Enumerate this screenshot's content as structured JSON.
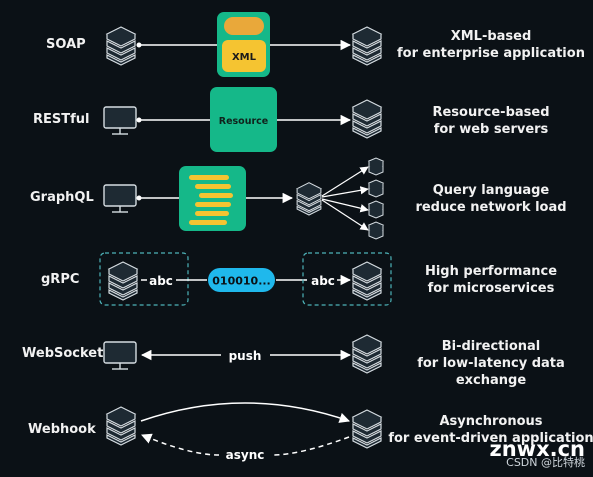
{
  "rows": [
    {
      "name": "SOAP",
      "desc_line1": "XML-based",
      "desc_line2": "for enterprise application"
    },
    {
      "name": "RESTful",
      "desc_line1": "Resource-based",
      "desc_line2": "for web servers"
    },
    {
      "name": "GraphQL",
      "desc_line1": "Query language",
      "desc_line2": "reduce network load"
    },
    {
      "name": "gRPC",
      "desc_line1": "High performance",
      "desc_line2": "for microservices"
    },
    {
      "name": "WebSocket",
      "desc_line1": "Bi-directional",
      "desc_line2": "for low-latency data exchange"
    },
    {
      "name": "Webhook",
      "desc_line1": "Asynchronous",
      "desc_line2": "for event-driven application"
    }
  ],
  "soap_box_label": "XML",
  "rest_box_label": "Resource",
  "grpc": {
    "left_label": "abc",
    "payload": "010010...",
    "right_label": "abc"
  },
  "websocket_label": "push",
  "webhook_label": "async",
  "watermark": {
    "site": "znwx.cn",
    "credit": "CSDN @比特桃"
  },
  "colors": {
    "teal": "#15b889",
    "yellow": "#f5c431",
    "cyan": "#1fb8ec",
    "background": "#0b1116"
  }
}
